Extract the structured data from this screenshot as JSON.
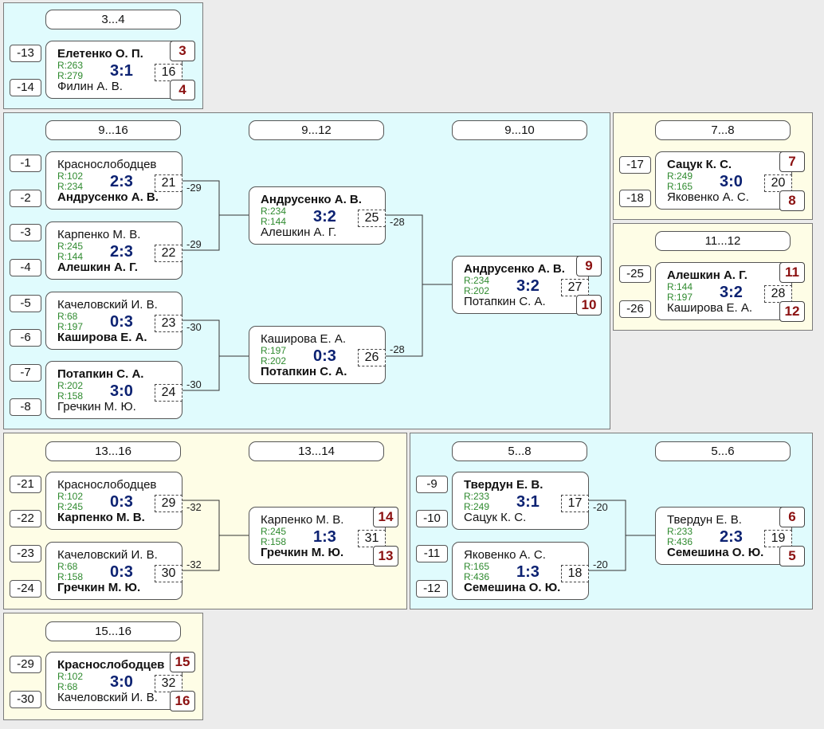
{
  "rounds": {
    "r3_4": "3...4",
    "r9_16": "9...16",
    "r9_12": "9...12",
    "r9_10": "9...10",
    "r7_8": "7...8",
    "r11_12": "11...12",
    "r13_16": "13...16",
    "r13_14": "13...14",
    "r5_8": "5...8",
    "r5_6": "5...6",
    "r15_16": "15...16"
  },
  "seeds": {
    "s13": "-13",
    "s14": "-14",
    "s1": "-1",
    "s2": "-2",
    "s3": "-3",
    "s4": "-4",
    "s5": "-5",
    "s6": "-6",
    "s7": "-7",
    "s8": "-8",
    "s17": "-17",
    "s18": "-18",
    "s25": "-25",
    "s26": "-26",
    "s21": "-21",
    "s22": "-22",
    "s23": "-23",
    "s24": "-24",
    "s9": "-9",
    "s10": "-10",
    "s11": "-11",
    "s12": "-12",
    "s29": "-29",
    "s30": "-30"
  },
  "matches": {
    "m16": {
      "p1": "Елетенко О. П.",
      "p2": "Филин А. В.",
      "r1": "R:263",
      "r2": "R:279",
      "score": "3:1",
      "no": "16",
      "place_top": "3",
      "place_bottom": "4"
    },
    "m21": {
      "p1": "Краснослободцев",
      "p2": "Андрусенко А. В.",
      "r1": "R:102",
      "r2": "R:234",
      "score": "2:3",
      "no": "21"
    },
    "m22": {
      "p1": "Карпенко М. В.",
      "p2": "Алешкин А. Г.",
      "r1": "R:245",
      "r2": "R:144",
      "score": "2:3",
      "no": "22"
    },
    "m23": {
      "p1": "Качеловский И. В.",
      "p2": "Каширова Е. А.",
      "r1": "R:68",
      "r2": "R:197",
      "score": "0:3",
      "no": "23"
    },
    "m24": {
      "p1": "Потапкин С. А.",
      "p2": "Гречкин М. Ю.",
      "r1": "R:202",
      "r2": "R:158",
      "score": "3:0",
      "no": "24"
    },
    "m25": {
      "p1": "Андрусенко А. В.",
      "p2": "Алешкин А. Г.",
      "r1": "R:234",
      "r2": "R:144",
      "score": "3:2",
      "no": "25"
    },
    "m26": {
      "p1": "Каширова Е. А.",
      "p2": "Потапкин С. А.",
      "r1": "R:197",
      "r2": "R:202",
      "score": "0:3",
      "no": "26"
    },
    "m27": {
      "p1": "Андрусенко А. В.",
      "p2": "Потапкин С. А.",
      "r1": "R:234",
      "r2": "R:202",
      "score": "3:2",
      "no": "27",
      "place_top": "9",
      "place_bottom": "10"
    },
    "m20": {
      "p1": "Сацук К. С.",
      "p2": "Яковенко А. С.",
      "r1": "R:249",
      "r2": "R:165",
      "score": "3:0",
      "no": "20",
      "place_top": "7",
      "place_bottom": "8"
    },
    "m28": {
      "p1": "Алешкин А. Г.",
      "p2": "Каширова Е. А.",
      "r1": "R:144",
      "r2": "R:197",
      "score": "3:2",
      "no": "28",
      "place_top": "11",
      "place_bottom": "12"
    },
    "m29": {
      "p1": "Краснослободцев",
      "p2": "Карпенко М. В.",
      "r1": "R:102",
      "r2": "R:245",
      "score": "0:3",
      "no": "29"
    },
    "m30": {
      "p1": "Качеловский И. В.",
      "p2": "Гречкин М. Ю.",
      "r1": "R:68",
      "r2": "R:158",
      "score": "0:3",
      "no": "30"
    },
    "m31": {
      "p1": "Карпенко М. В.",
      "p2": "Гречкин М. Ю.",
      "r1": "R:245",
      "r2": "R:158",
      "score": "1:3",
      "no": "31",
      "place_top": "14",
      "place_bottom": "13"
    },
    "m17": {
      "p1": "Твердун Е. В.",
      "p2": "Сацук К. С.",
      "r1": "R:233",
      "r2": "R:249",
      "score": "3:1",
      "no": "17"
    },
    "m18": {
      "p1": "Яковенко А. С.",
      "p2": "Семешина О. Ю.",
      "r1": "R:165",
      "r2": "R:436",
      "score": "1:3",
      "no": "18"
    },
    "m19": {
      "p1": "Твердун Е. В.",
      "p2": "Семешина О. Ю.",
      "r1": "R:233",
      "r2": "R:436",
      "score": "2:3",
      "no": "19",
      "place_top": "6",
      "place_bottom": "5"
    },
    "m32": {
      "p1": "Краснослободцев",
      "p2": "Качеловский И. В.",
      "r1": "R:102",
      "r2": "R:68",
      "score": "3:0",
      "no": "32",
      "place_top": "15",
      "place_bottom": "16"
    }
  },
  "loser_labels": {
    "l29a": "-29",
    "l29b": "-29",
    "l30a": "-30",
    "l30b": "-30",
    "l28a": "-28",
    "l28b": "-28",
    "l32a": "-32",
    "l32b": "-32",
    "l20a": "-20",
    "l20b": "-20"
  }
}
